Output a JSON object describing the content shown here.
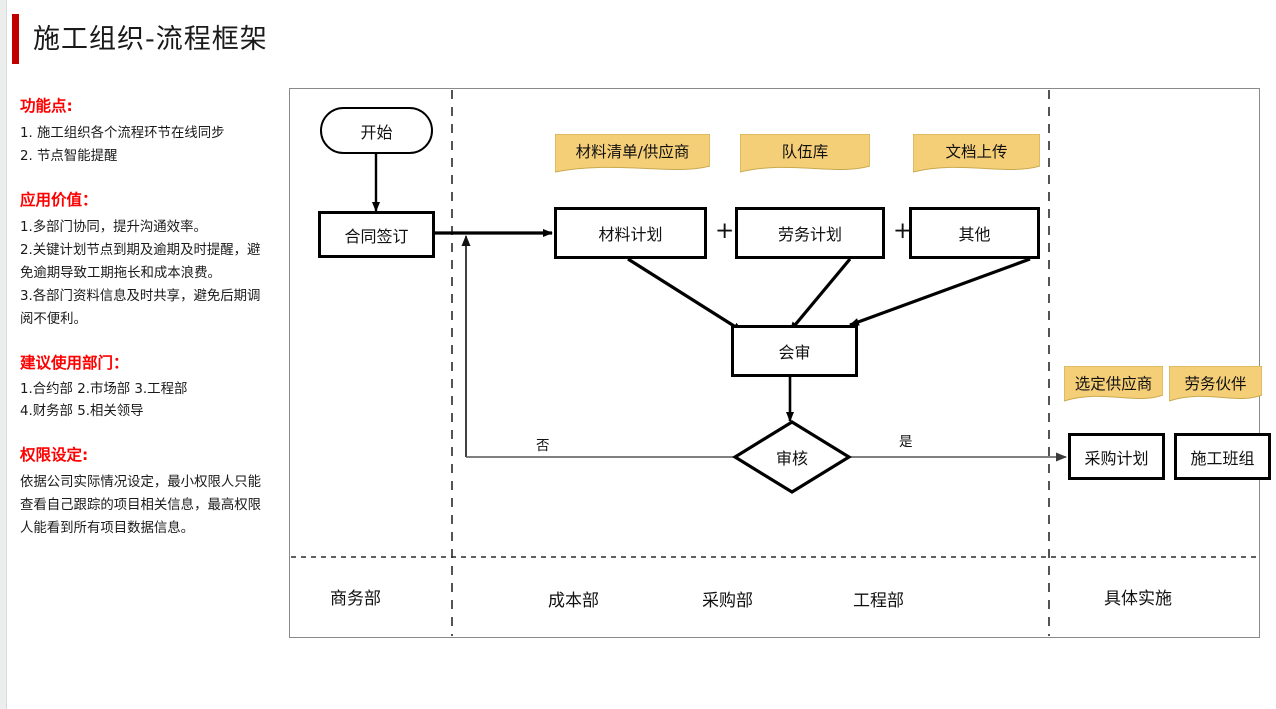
{
  "page": {
    "title": "施工组织-流程框架",
    "accent_color": "#c00000",
    "heading_color": "#ff0000",
    "note_color": "#f5cf78"
  },
  "sidebar": {
    "sections": [
      {
        "heading": "功能点:",
        "lines": [
          "1. 施工组织各个流程环节在线同步",
          "2. 节点智能提醒"
        ]
      },
      {
        "heading": "应用价值：",
        "lines": [
          "1.多部门协同，提升沟通效率。",
          "2.关键计划节点到期及逾期及时提醒，避",
          "免逾期导致工期拖长和成本浪费。",
          "3.各部门资料信息及时共享，避免后期调",
          "阅不便利。"
        ]
      },
      {
        "heading": "建议使用部门：",
        "lines": [
          "1.合约部 2.市场部 3.工程部",
          "4.财务部 5.相关领导"
        ]
      },
      {
        "heading": "权限设定:",
        "lines": [
          "依据公司实际情况设定，最小权限人只能",
          "查看自己跟踪的项目相关信息，最高权限",
          "人能看到所有项目数据信息。"
        ]
      }
    ]
  },
  "flow": {
    "nodes": {
      "start": "开始",
      "contract": "合同签订",
      "material_plan": "材料计划",
      "labor_plan": "劳务计划",
      "other": "其他",
      "joint_review": "会审",
      "approval": "审核",
      "purchase_plan": "采购计划",
      "construction_team": "施工班组"
    },
    "notes": {
      "material_list": "材料清单/供应商",
      "team_library": "队伍库",
      "doc_upload": "文档上传",
      "selected_supplier": "选定供应商",
      "labor_partner": "劳务伙伴"
    },
    "operators": {
      "plus1": "+",
      "plus2": "+"
    },
    "edge_labels": {
      "no": "否",
      "yes": "是"
    },
    "departments": [
      "商务部",
      "成本部",
      "采购部",
      "工程部",
      "具体实施"
    ]
  }
}
